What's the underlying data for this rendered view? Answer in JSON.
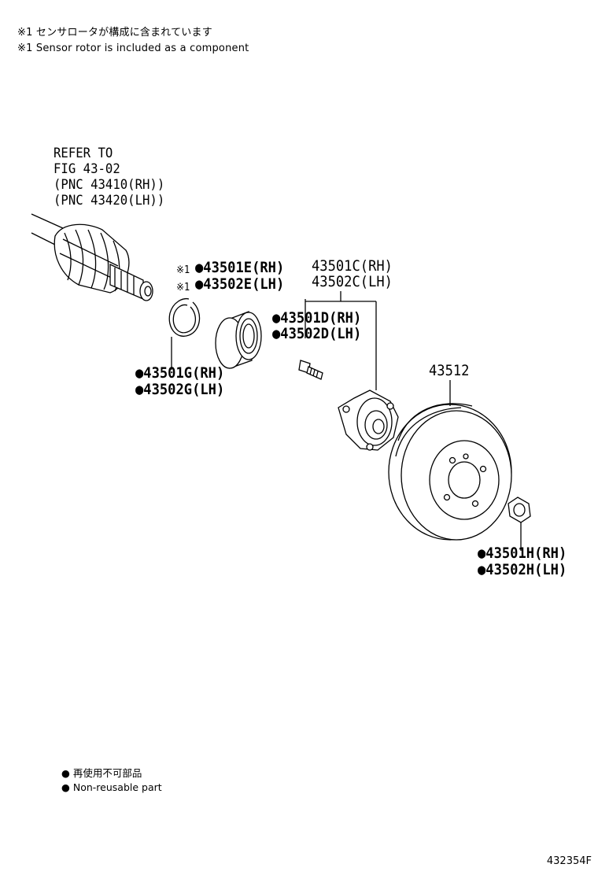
{
  "notes": {
    "jp": "※1 センサロータが構成に含まれています",
    "en": "※1 Sensor rotor is included as a component"
  },
  "refer": {
    "line1": "REFER TO",
    "line2": "FIG 43-02",
    "line3": "(PNC 43410(RH))",
    "line4": "(PNC 43420(LH))"
  },
  "parts": {
    "bearing_rh": "●43501E(RH)",
    "bearing_lh": "●43502E(LH)",
    "bearing_mark": "※1",
    "hub_rh": "43501C(RH)",
    "hub_lh": "43502C(LH)",
    "bolt_rh": "●43501D(RH)",
    "bolt_lh": "●43502D(LH)",
    "ring_rh": "●43501G(RH)",
    "ring_lh": "●43502G(LH)",
    "rotor": "43512",
    "nut_rh": "●43501H(RH)",
    "nut_lh": "●43502H(LH)"
  },
  "legend": {
    "jp": "● 再使用不可部品",
    "en": "● Non-reusable part"
  },
  "figure_code": "432354F"
}
